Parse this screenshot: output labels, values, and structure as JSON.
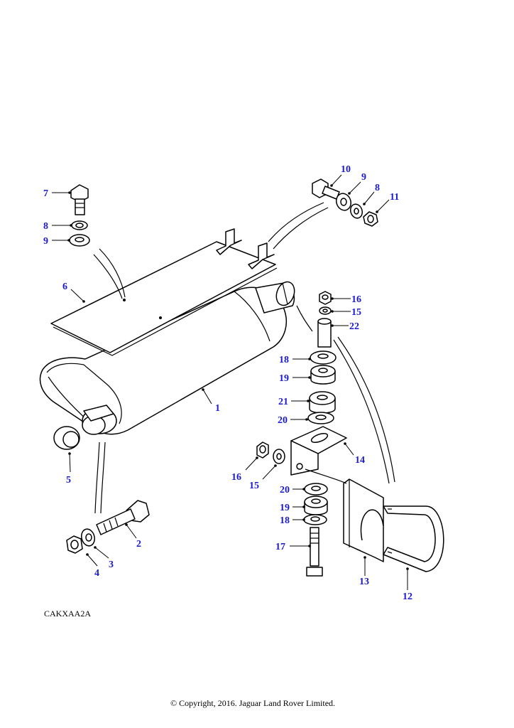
{
  "diagram": {
    "reference_code": "CAKXAA2A",
    "copyright": "© Copyright, 2016. Jaguar Land Rover Limited.",
    "callout_color": "#1a1ad6",
    "callouts": {
      "c1": "1",
      "c2": "2",
      "c3": "3",
      "c4": "4",
      "c5": "5",
      "c6": "6",
      "c7": "7",
      "c8a": "8",
      "c9a": "9",
      "c10": "10",
      "c9b": "9",
      "c8b": "8",
      "c11": "11",
      "c16a": "16",
      "c15a": "15",
      "c22": "22",
      "c18a": "18",
      "c19a": "19",
      "c21": "21",
      "c20a": "20",
      "c14": "14",
      "c16b": "16",
      "c15b": "15",
      "c20b": "20",
      "c19b": "19",
      "c18b": "18",
      "c17": "17",
      "c13": "13",
      "c12": "12"
    }
  }
}
